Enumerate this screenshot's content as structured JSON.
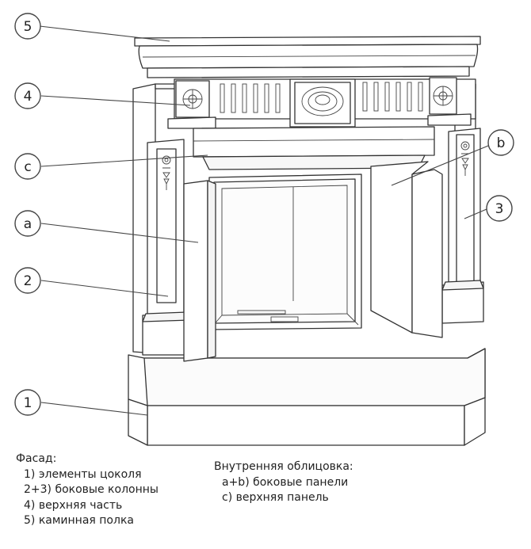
{
  "callouts": [
    "5",
    "4",
    "c",
    "a",
    "2",
    "1",
    "b",
    "3"
  ],
  "legend_facade": {
    "heading": "Фасад:",
    "items": [
      "1) элементы цоколя",
      "2+3) боковые колонны",
      "4) верхняя часть",
      "5) каминная полка"
    ]
  },
  "legend_inner": {
    "heading": "Внутренняя облицовка:",
    "items": [
      "a+b) боковые панели",
      "c) верхняя панель"
    ]
  }
}
